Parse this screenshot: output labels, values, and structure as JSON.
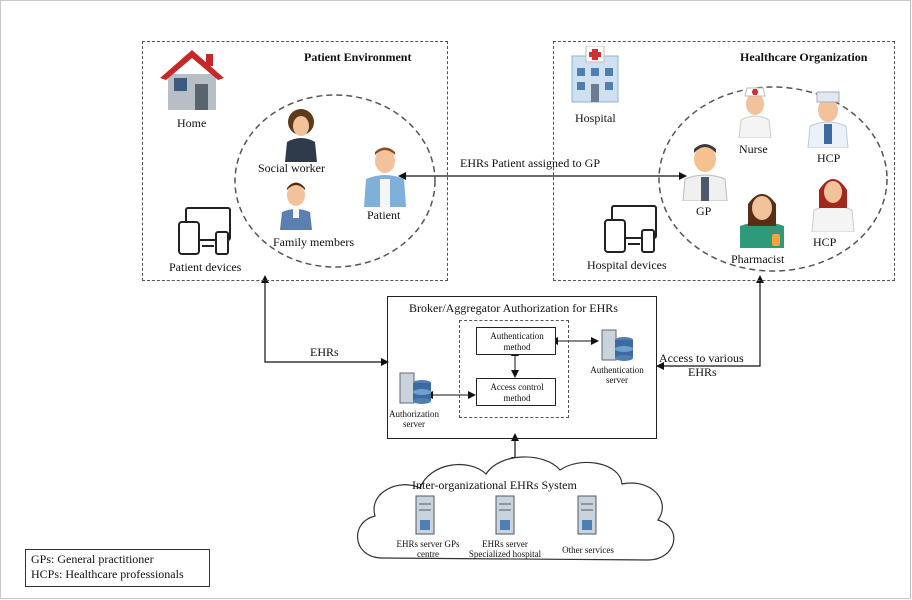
{
  "patient_env": {
    "title": "Patient Environment",
    "home": "Home",
    "social_worker": "Social worker",
    "family": "Family members",
    "patient": "Patient",
    "devices": "Patient devices"
  },
  "healthcare_org": {
    "title": "Healthcare Organization",
    "hospital": "Hospital",
    "nurse": "Nurse",
    "hcp1": "HCP",
    "gp": "GP",
    "pharmacist": "Pharmacist",
    "hcp2": "HCP",
    "devices": "Hospital devices"
  },
  "link_label": "EHRs Patient assigned to GP",
  "broker": {
    "title": "Broker/Aggregator Authorization for EHRs",
    "auth_method_l1": "Authentication",
    "auth_method_l2": "method",
    "access_method_l1": "Access control",
    "access_method_l2": "method",
    "auth_server_l1": "Authentication",
    "auth_server_l2": "server",
    "authz_server_l1": "Authorization",
    "authz_server_l2": "server"
  },
  "left_arrow_label": "EHRs",
  "right_arrow_label_l1": "Access to various",
  "right_arrow_label_l2": "EHRs",
  "cloud": {
    "title": "Inter-organizational EHRs System",
    "s1_l1": "EHRs server GPs",
    "s1_l2": "centre",
    "s2_l1": "EHRs server",
    "s2_l2": "Specialized hospital",
    "s3": "Other services"
  },
  "legend": {
    "line1": "GPs: General practitioner",
    "line2": "HCPs: Healthcare professionals"
  },
  "colors": {
    "roof": "#c62828",
    "house": "#9aa3ad",
    "hospital": "#8fb3d6",
    "nurse_cross": "#d32f2f",
    "gp_coat": "#4a5a6a",
    "pharmacist": "#2e9a7a",
    "server": "#9fb7cf"
  }
}
